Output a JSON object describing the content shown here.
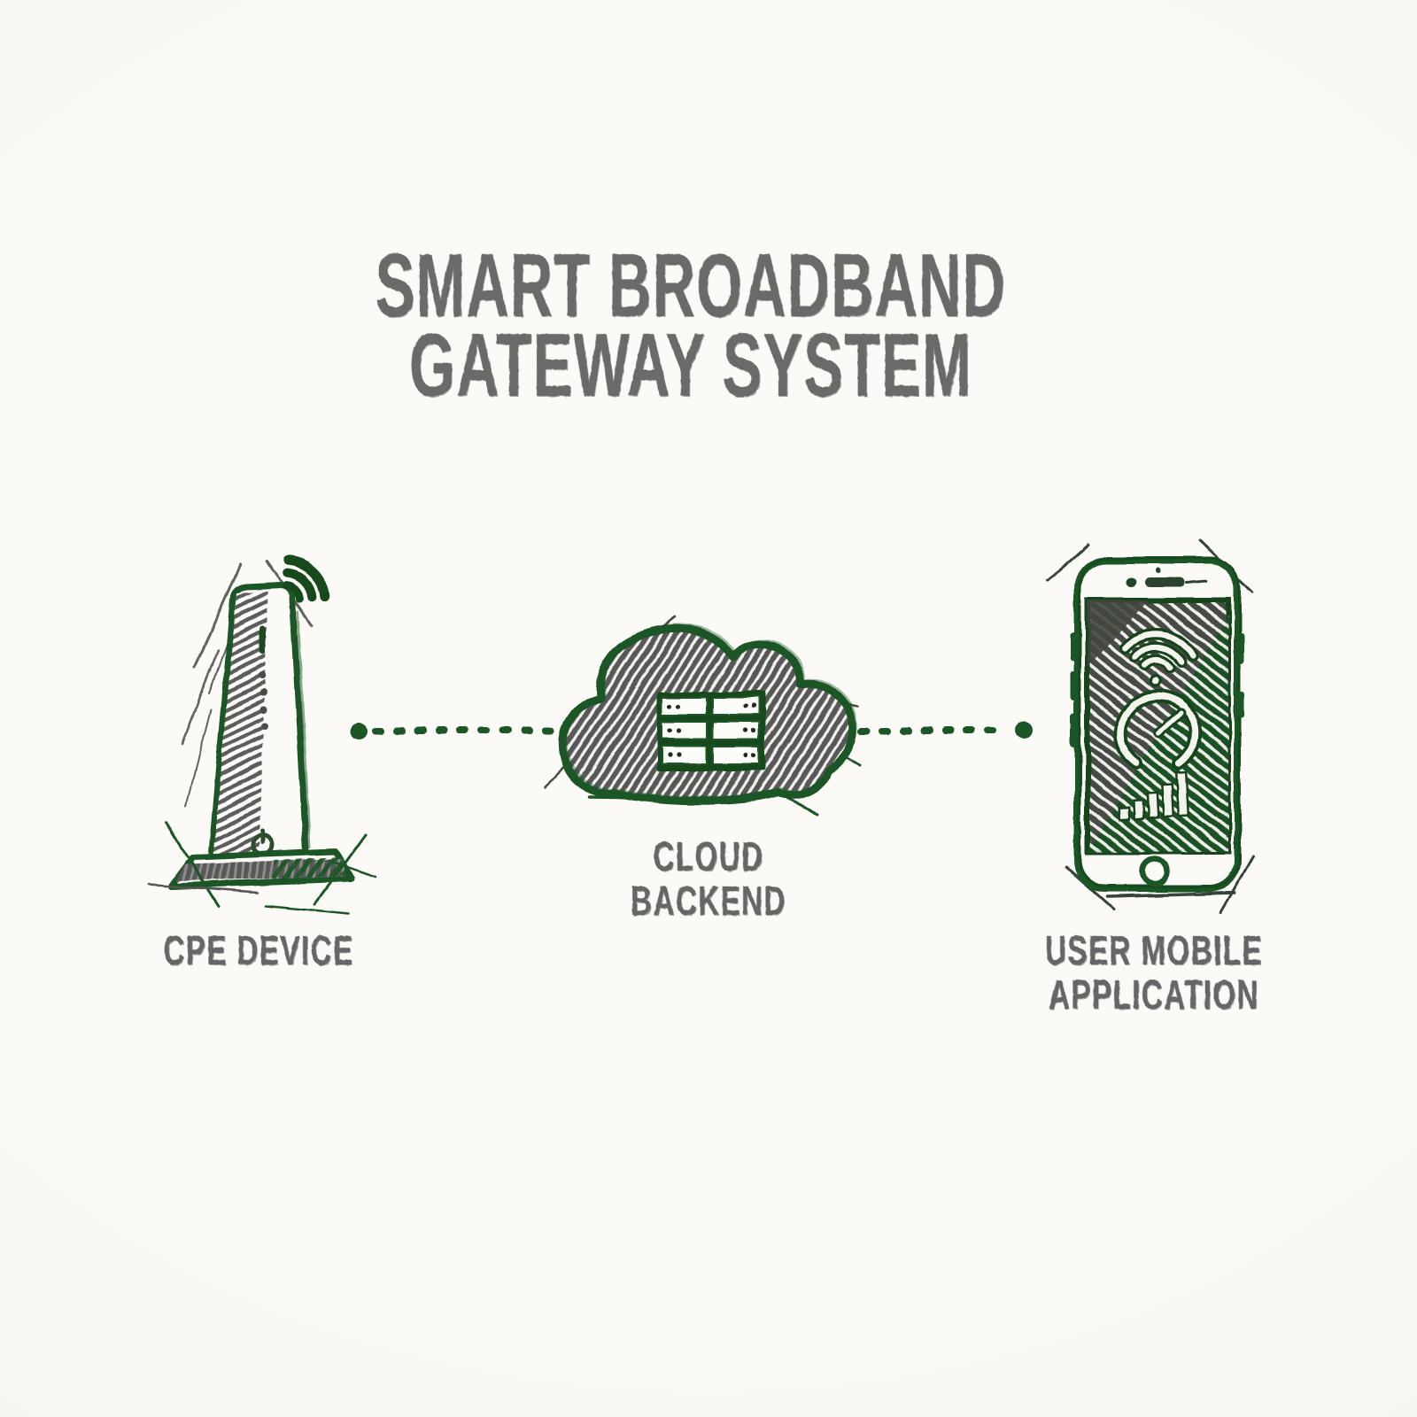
{
  "title": {
    "line1": "SMART BROADBAND",
    "line2": "GATEWAY SYSTEM"
  },
  "nodes": {
    "cpe": {
      "label": "CPE DEVICE",
      "icons": [
        "wifi-signal-icon",
        "led-indicator-lights",
        "power-icon"
      ]
    },
    "cloud": {
      "label": "CLOUD BACKEND",
      "icons": [
        "server-rack-icon"
      ]
    },
    "mobile": {
      "label_line1": "USER MOBILE",
      "label_line2": "APPLICATION",
      "icons": [
        "camera-icon",
        "speaker-icon",
        "wifi-icon",
        "speed-gauge-icon",
        "signal-bars-icon",
        "home-button-icon"
      ]
    }
  },
  "connectors": {
    "style": "dashed-line",
    "endpoint": "dot"
  },
  "colors": {
    "background": "#f7f6f2",
    "ink_green": "#1d5626",
    "ink_green_dark": "#17441e",
    "sketch_gray": "#5d5d5d",
    "text_gray": "#6b6b6b"
  }
}
